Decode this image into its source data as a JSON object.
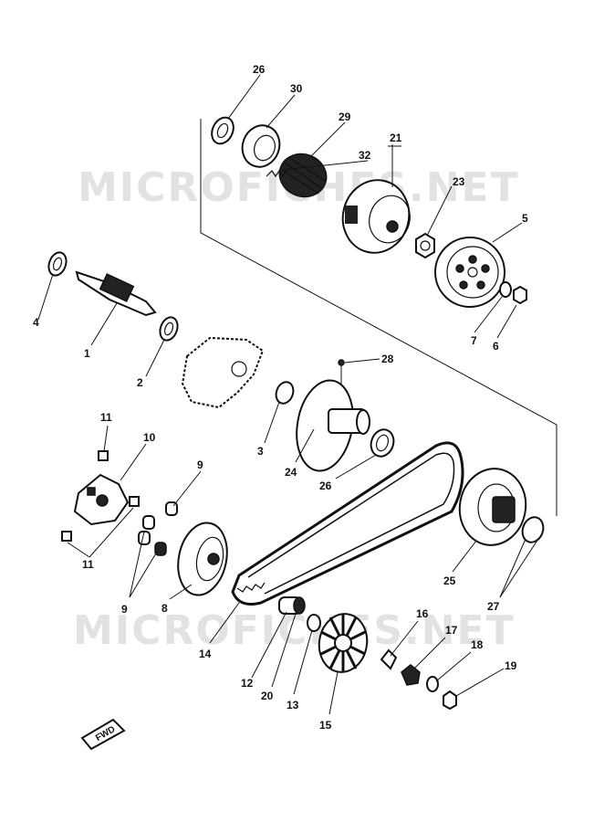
{
  "watermarks": [
    "MICROFICHES.NET",
    "MICROFICHES.NET"
  ],
  "forward_badge": "FWD",
  "callouts": {
    "c1": "1",
    "c2": "2",
    "c3": "3",
    "c4": "4",
    "c5": "5",
    "c6": "6",
    "c7": "7",
    "c8": "8",
    "c9a": "9",
    "c9b": "9",
    "c10": "10",
    "c11a": "11",
    "c11b": "11",
    "c12": "12",
    "c13": "13",
    "c14": "14",
    "c15": "15",
    "c16": "16",
    "c17": "17",
    "c18": "18",
    "c19": "19",
    "c20": "20",
    "c21": "21",
    "c23": "23",
    "c24": "24",
    "c25": "25",
    "c26a": "26",
    "c26b": "26",
    "c27": "27",
    "c28": "28",
    "c29": "29",
    "c30": "30",
    "c32": "32"
  }
}
